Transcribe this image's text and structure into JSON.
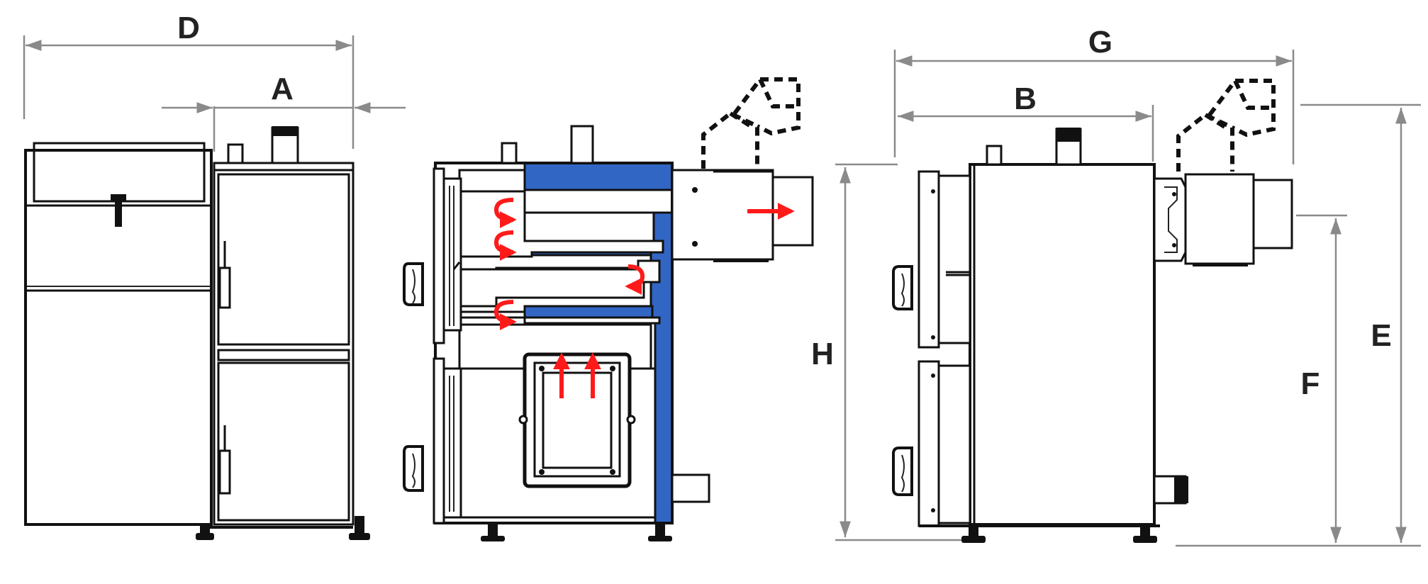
{
  "dimensions": {
    "a": "A",
    "b": "B",
    "d": "D",
    "e": "E",
    "f": "F",
    "g": "G",
    "h": "H"
  },
  "colors": {
    "water_jacket": "#3166c4",
    "flow_arrows": "#ff1a1a",
    "dimension_lines": "#8a8a8a",
    "outline": "#111111"
  }
}
